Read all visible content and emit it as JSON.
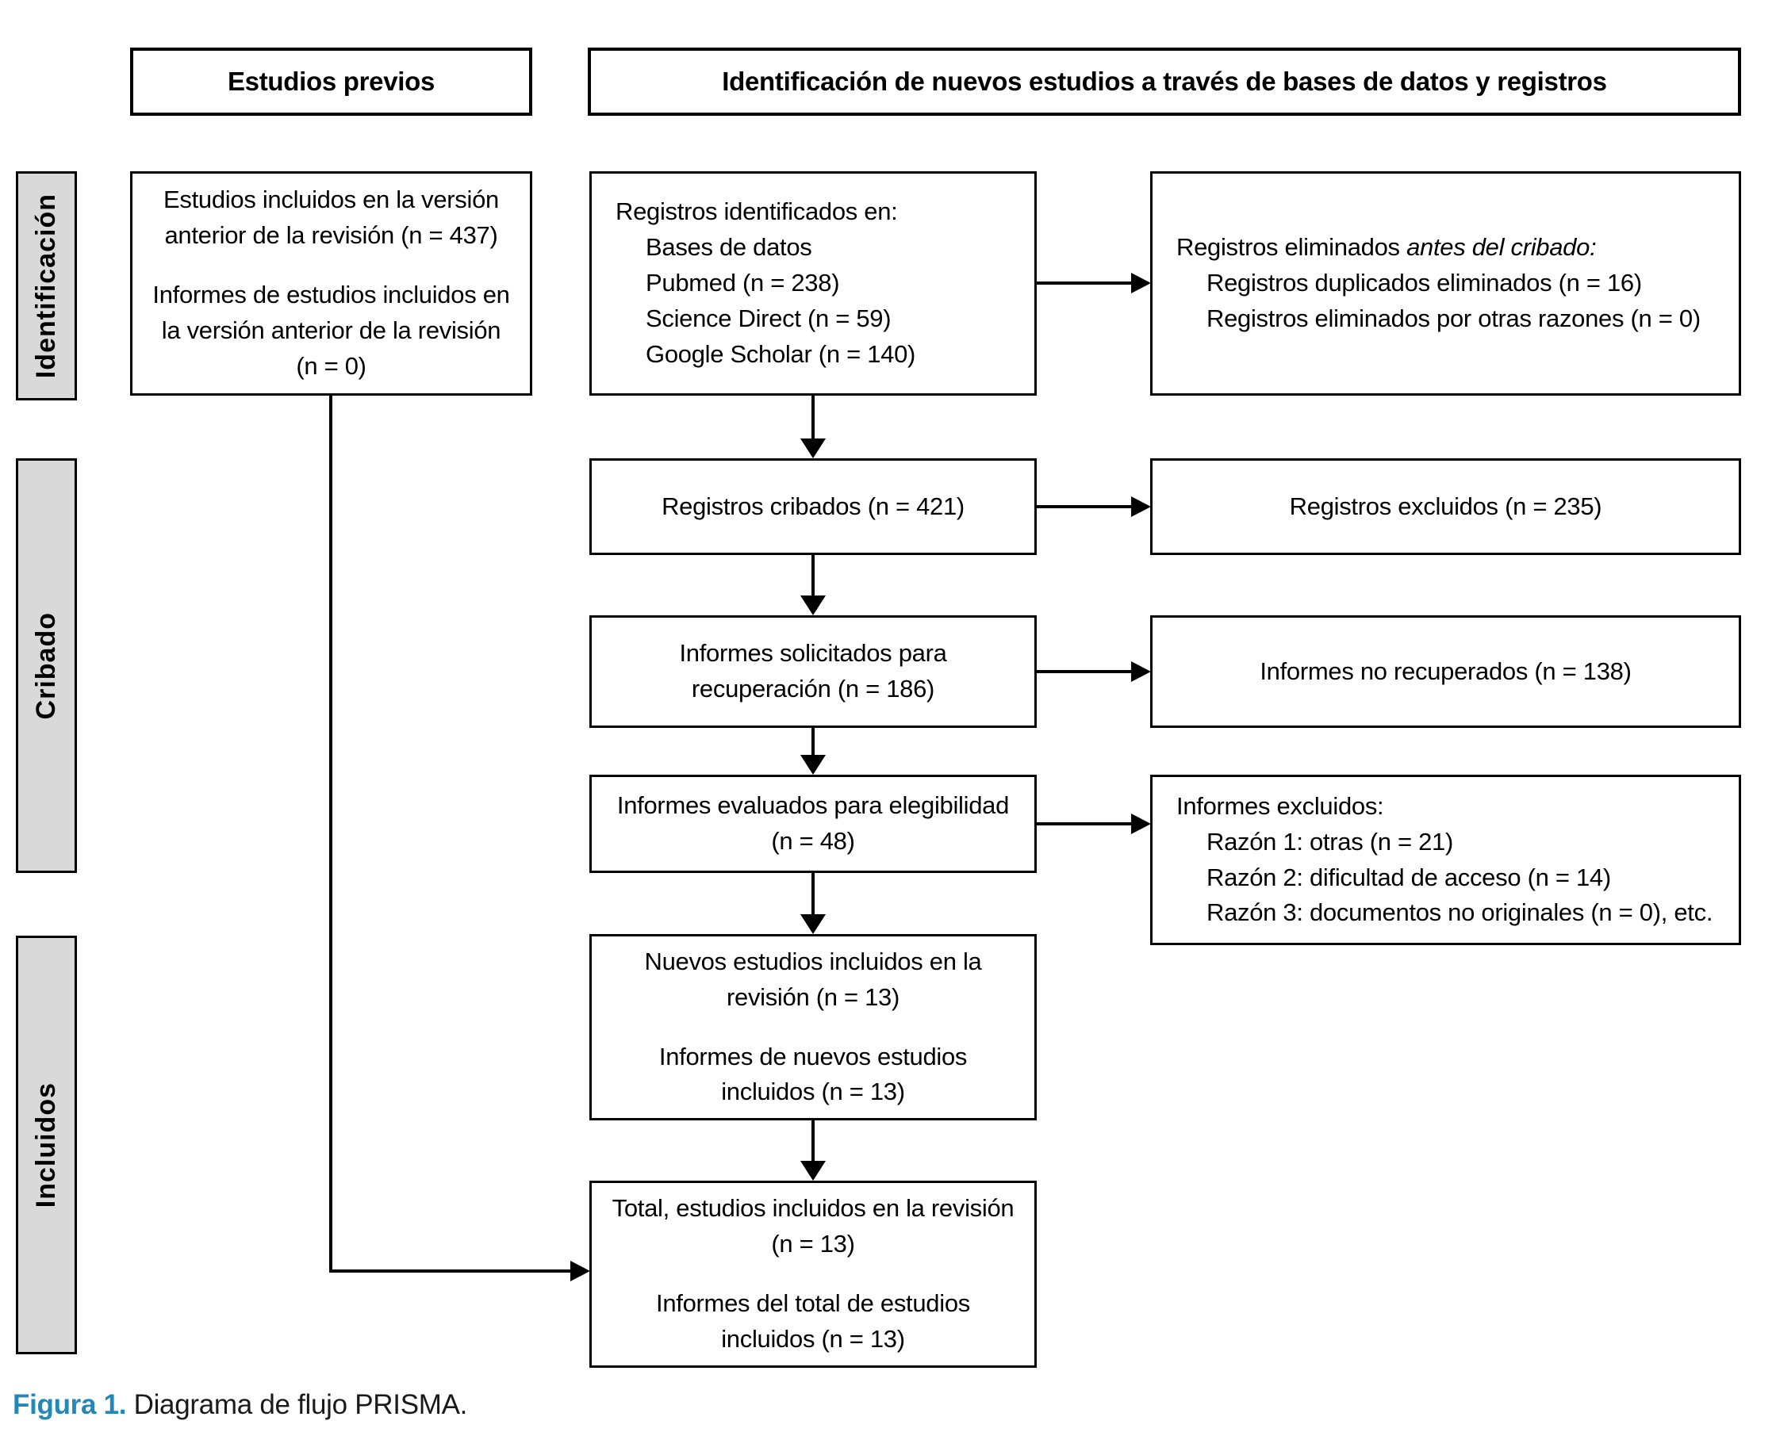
{
  "headers": {
    "previous_studies": "Estudios previos",
    "new_studies_identification": "Identificación de nuevos estudios a través de bases de datos y registros"
  },
  "sidebar": {
    "identification": "Identificación",
    "screening": "Cribado",
    "included": "Incluidos"
  },
  "boxes": {
    "previous_studies": {
      "line1": "Estudios incluidos en la versión anterior de la revisión (n = 437)",
      "line2": "Informes de estudios incluidos en la versión anterior de la revisión (n = 0)"
    },
    "records_identified": {
      "title": "Registros identificados en:",
      "items": [
        "Bases de datos",
        "Pubmed (n = 238)",
        "Science Direct (n = 59)",
        "Google Scholar (n = 140)"
      ]
    },
    "records_removed": {
      "title_regular": "Registros eliminados",
      "title_italic": "antes del cribado:",
      "items": [
        "Registros duplicados eliminados (n = 16)",
        "Registros eliminados por otras razones (n = 0)"
      ]
    },
    "records_screened": "Registros cribados (n = 421)",
    "records_excluded": "Registros excluidos (n = 235)",
    "reports_sought": "Informes solicitados para recuperación (n = 186)",
    "reports_not_retrieved": "Informes no recuperados (n = 138)",
    "reports_assessed": "Informes evaluados para elegibilidad (n = 48)",
    "reports_excluded": {
      "title": "Informes excluidos:",
      "items": [
        "Razón 1: otras (n = 21)",
        "Razón 2: dificultad de acceso (n = 14)",
        "Razón 3: documentos no originales (n = 0), etc."
      ]
    },
    "new_studies_included": {
      "line1": "Nuevos estudios incluidos en la revisión (n = 13)",
      "line2": "Informes de nuevos estudios incluidos (n = 13)"
    },
    "total_studies_included": {
      "line1": "Total, estudios incluidos en la revisión (n = 13)",
      "line2": "Informes del total de estudios incluidos (n = 13)"
    }
  },
  "caption": {
    "label": "Figura 1.",
    "text": "Diagrama de flujo PRISMA."
  },
  "colors": {
    "sidebar_gray": "#d9d9d9",
    "caption_blue": "#2586b8",
    "line_black": "#000000"
  }
}
